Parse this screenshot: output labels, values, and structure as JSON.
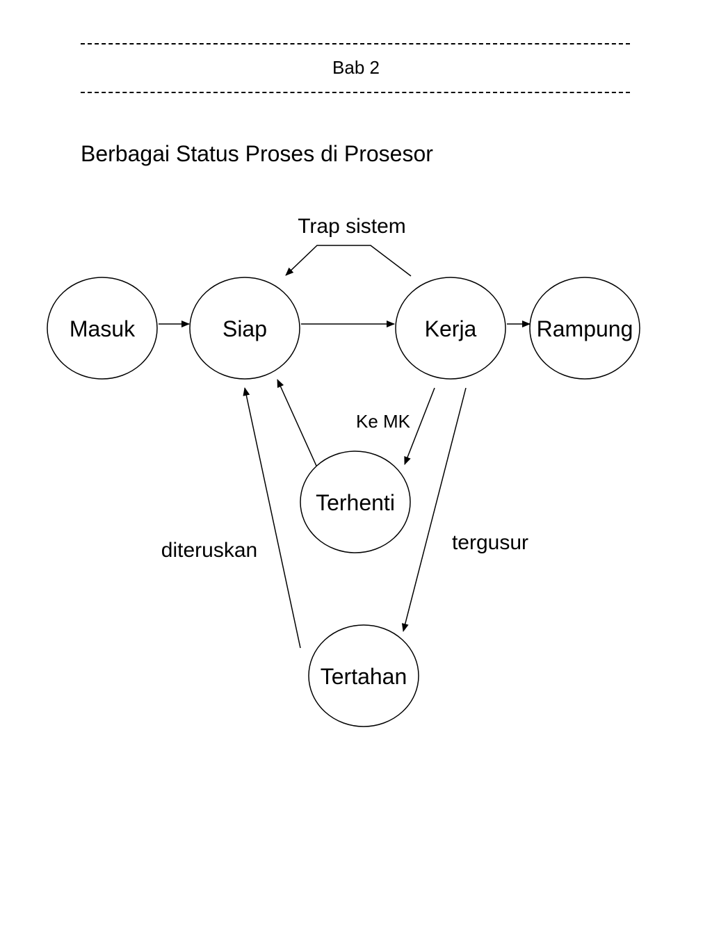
{
  "header": {
    "chapter": "Bab 2"
  },
  "title": "Berbagai Status Proses di Prosesor",
  "nodes": {
    "masuk": "Masuk",
    "siap": "Siap",
    "kerja": "Kerja",
    "rampung": "Rampung",
    "terhenti": "Terhenti",
    "tertahan": "Tertahan"
  },
  "edge_labels": {
    "trap": "Trap sistem",
    "ke_mk": "Ke MK",
    "tergusur": "tergusur",
    "diteruskan": "diteruskan"
  }
}
